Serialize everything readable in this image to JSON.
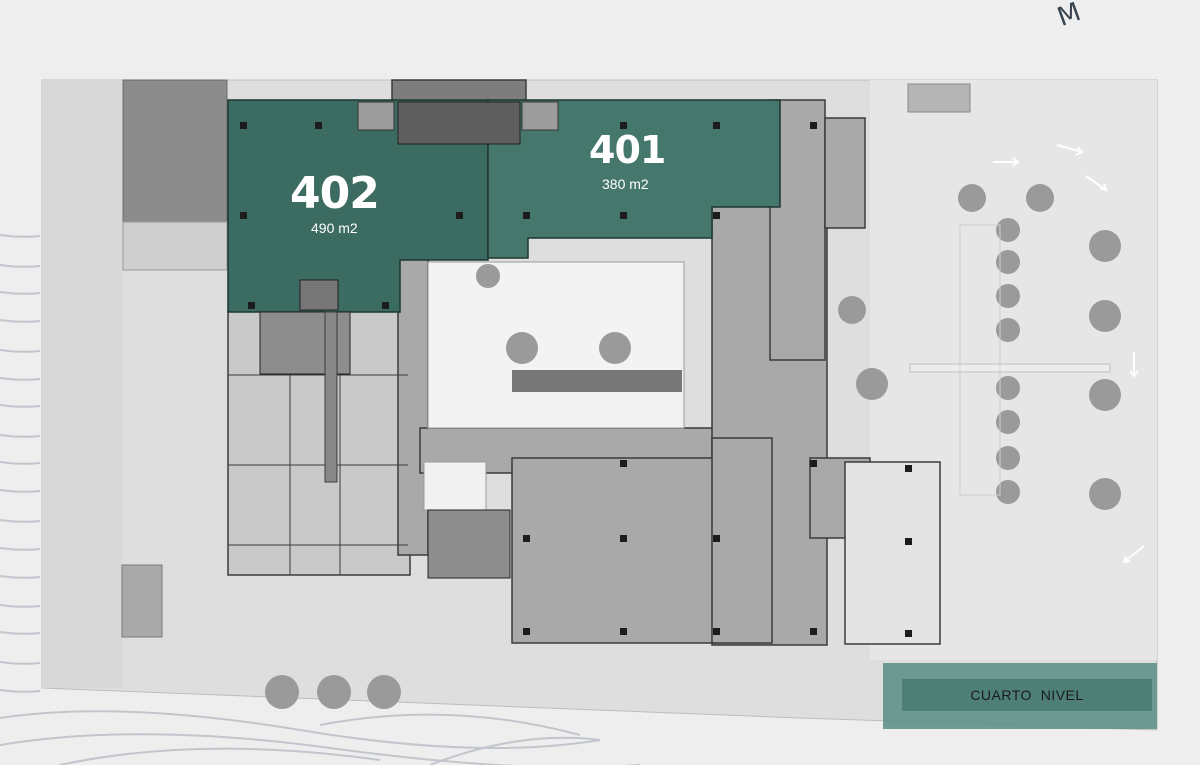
{
  "units": [
    {
      "number": "402",
      "area": "490 m2",
      "color": "#3a6b60"
    },
    {
      "number": "401",
      "area": "380 m2",
      "color": "#46776c"
    }
  ],
  "level_label": "CUARTO  NIVEL",
  "corner_text": "M",
  "colors": {
    "unit_fill": "#3b6b61",
    "building_fill": "#a9a9a9",
    "site_fill": "#dcdcdc",
    "badge_fill": "#5f9188"
  }
}
